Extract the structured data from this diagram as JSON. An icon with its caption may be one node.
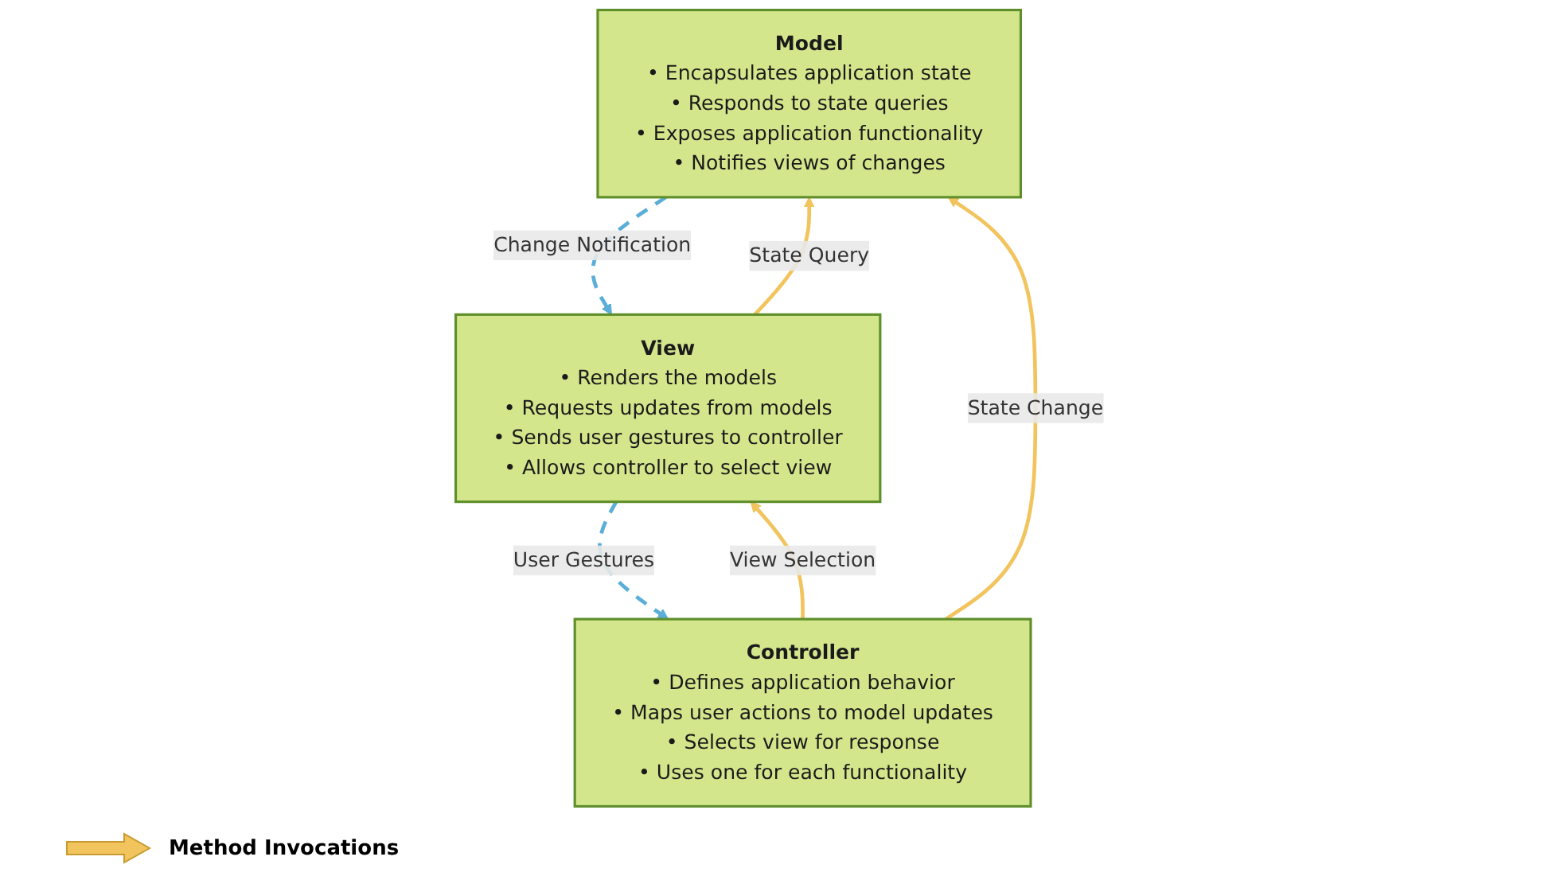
{
  "diagram": {
    "nodes": [
      {
        "text": [
          "Model",
          "• Encapsulates application state",
          "• Responds to state queries",
          "• Exposes application functionality",
          "• Notifies views of changes"
        ]
      },
      {
        "text": [
          "View",
          "• Renders the models",
          "• Requests updates from models",
          "• Sends user gestures to controller",
          "• Allows controller to select view"
        ]
      },
      {
        "text": [
          "Controller",
          "• Defines application behavior",
          "• Maps user actions to model updates",
          "• Selects view for response",
          "• Uses one for each functionality"
        ]
      }
    ],
    "edges": [
      {
        "from": 1,
        "to": 0,
        "arrow": "to",
        "label": "State Query",
        "color": "#f2c45e"
      },
      {
        "from": 0,
        "to": 1,
        "arrow": "to",
        "label": "Change Notification",
        "style": "dashed",
        "color": "#5aaed8"
      },
      {
        "from": 2,
        "to": 0,
        "arrow": "to",
        "label": "State Change",
        "color": "#f2c45e"
      },
      {
        "from": 2,
        "to": 1,
        "arrow": "to",
        "label": "View Selection",
        "color": "#f2c45e"
      },
      {
        "from": 1,
        "to": 2,
        "arrow": "to",
        "label": "User Gestures",
        "style": "dashed",
        "color": "#5aaed8"
      }
    ],
    "legend": [
      {
        "text": "Method Invocations"
      }
    ]
  }
}
